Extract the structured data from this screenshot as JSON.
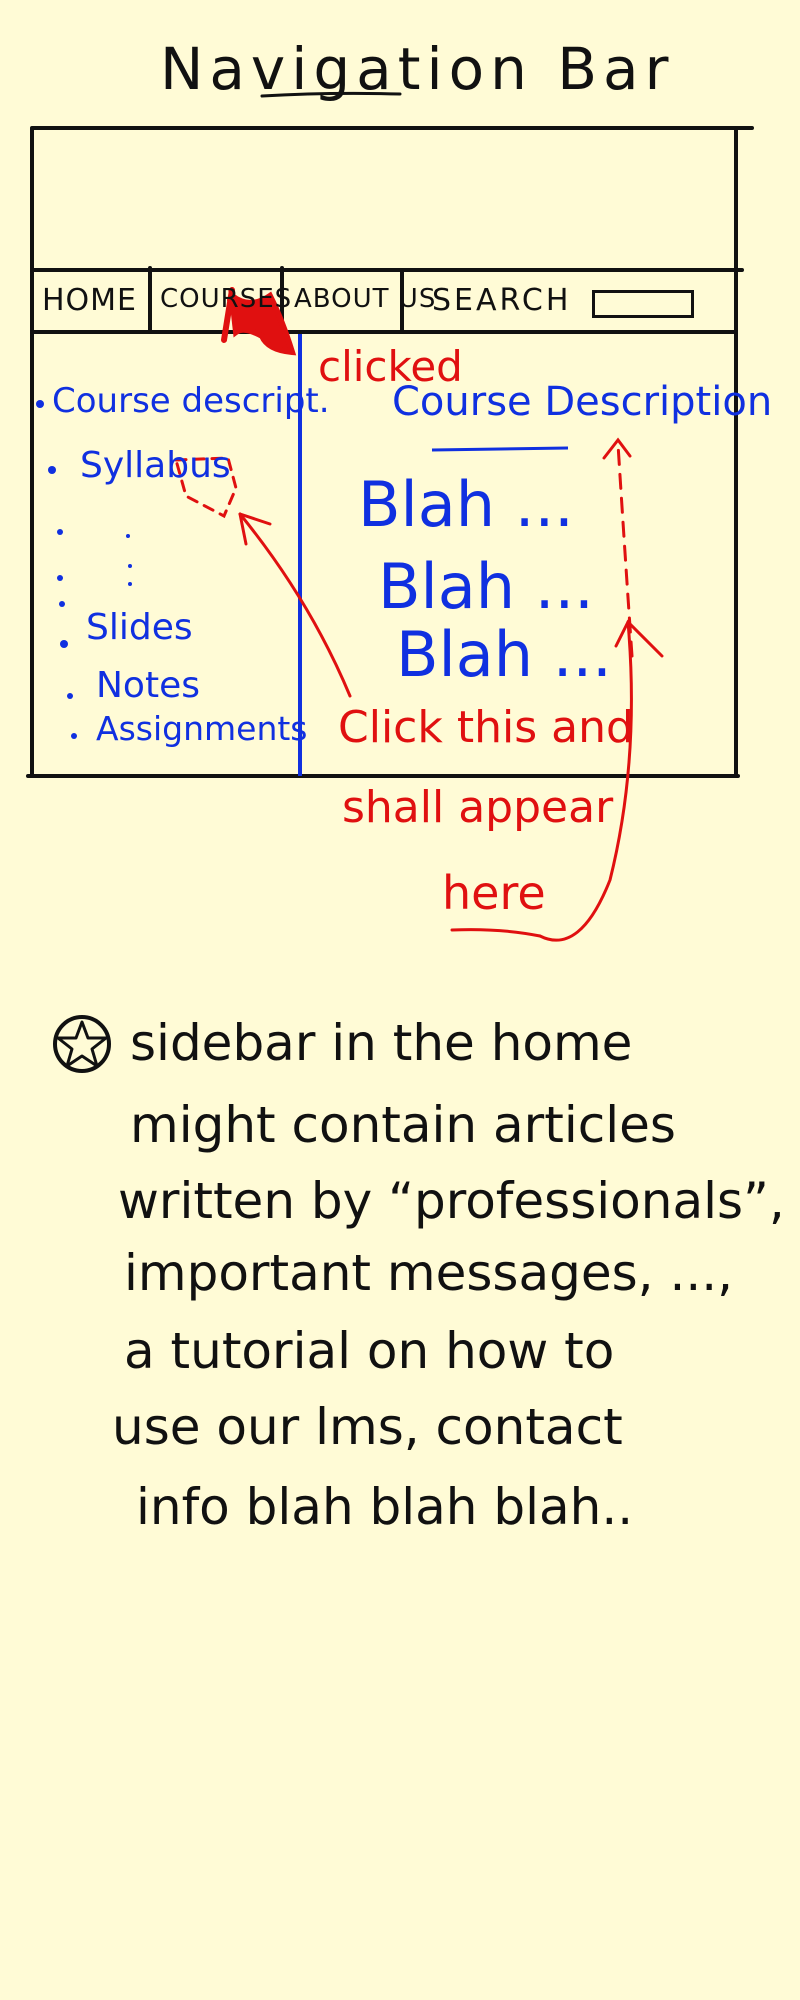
{
  "title": "Navigation Bar",
  "nav": {
    "home": "HOME",
    "courses": "COURSES",
    "about": "ABOUT US",
    "search": "SEARCH"
  },
  "sidebar": {
    "items": [
      "Course descript.",
      "Syllabus",
      "Slides",
      "Notes",
      "Assignments"
    ]
  },
  "main": {
    "clicked_label": "clicked",
    "heading": "Course Description",
    "blah_lines": [
      "Blah ...",
      "Blah ...",
      "Blah ..."
    ]
  },
  "annotation": {
    "lines": [
      "Click this and",
      "shall appear",
      "here"
    ]
  },
  "note": {
    "lines": [
      "sidebar in the home",
      "might contain articles",
      "written by “professionals”,",
      "important messages, ...,",
      "a tutorial on how to",
      "use our lms, contact",
      "info blah blah blah.."
    ]
  },
  "colors": {
    "background": "#fffbd6",
    "ink_black": "#111111",
    "ink_blue": "#1030e0",
    "ink_red": "#e01010"
  },
  "icons": [
    "star-icon",
    "arrow-icon"
  ]
}
